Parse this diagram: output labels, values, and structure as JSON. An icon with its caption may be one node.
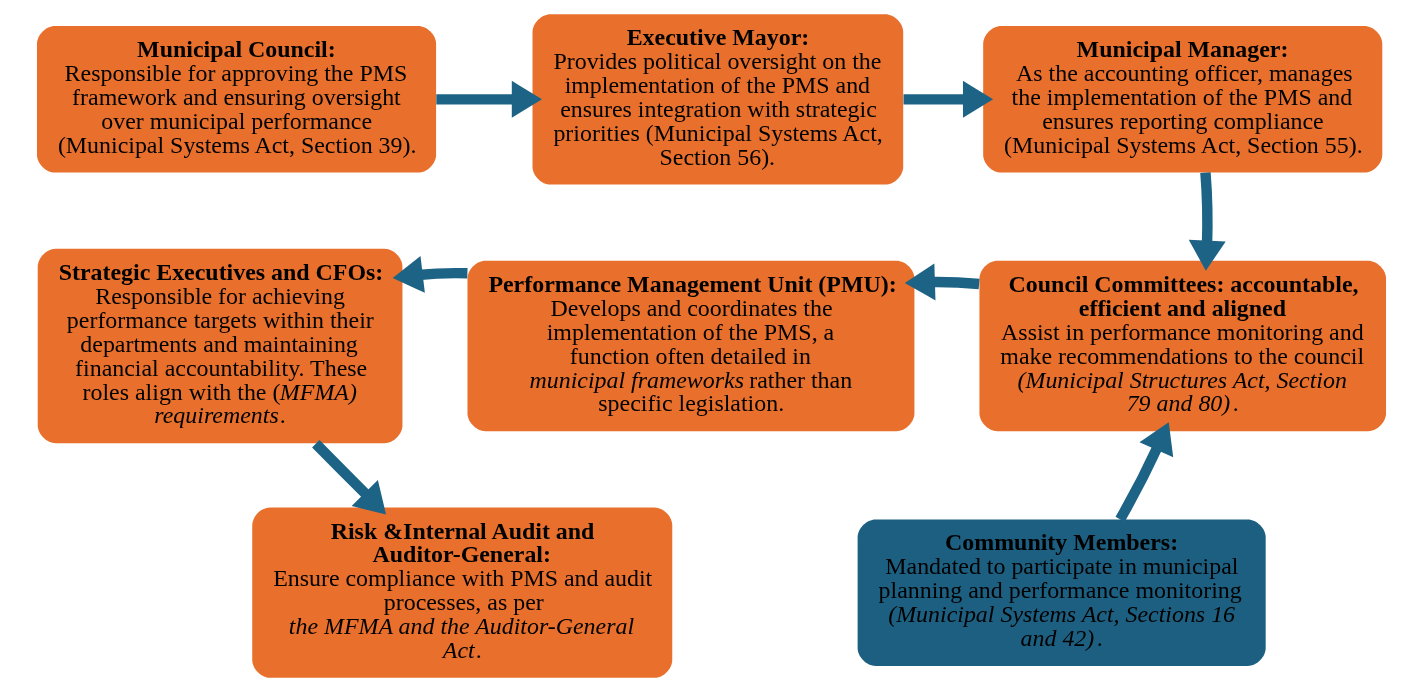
{
  "diagram": {
    "nodes": [
      {
        "text": [
          "Municipal Council:",
          "Responsible for approving the PMS framework and ensuring oversight over municipal performance (Municipal Systems Act, Section 39)."
        ]
      },
      {
        "text": [
          "Executive Mayor:",
          "Provides political oversight on the implementation of the PMS and ensures integration with strategic priorities (Municipal Systems Act, Section 56)."
        ]
      },
      {
        "text": [
          "Municipal Manager:",
          "As the accounting officer, manages the implementation of the PMS and ensures reporting compliance (Municipal Systems Act, Section 55)."
        ]
      },
      {
        "text": [
          "Strategic Executives and CFOs:",
          "Responsible for achieving performance targets within their departments and maintaining financial accountability. These roles align with the (*MFMA) requirements*."
        ]
      },
      {
        "text": [
          "Performance Management Unit (PMU):",
          "Develops and coordinates the implementation of the PMS, a function often detailed in *municipal frameworks* rather than specific legislation."
        ]
      },
      {
        "text": [
          "Council Committees: accountable, efficient and aligned",
          "Assist in performance monitoring and make recommendations to the council *(Municipal Structures Act, Section 79 and 80)*."
        ]
      },
      {
        "text": [
          "Risk &Internal Audit and Auditor-General:",
          "Ensure compliance with PMS and audit processes, as per *the MFMA and the Auditor-General Act*."
        ]
      },
      {
        "text": [
          "Community Members:",
          "Mandated to participate in municipal planning and performance monitoring *(Municipal Systems Act, Sections 16 and 42)*."
        ]
      }
    ],
    "edges": [
      {
        "from": 0,
        "to": 1,
        "arrow": "to"
      },
      {
        "from": 1,
        "to": 2,
        "arrow": "to"
      },
      {
        "from": 2,
        "to": 5,
        "arrow": "to"
      },
      {
        "from": 5,
        "to": 4,
        "arrow": "to"
      },
      {
        "from": 4,
        "to": 3,
        "arrow": "to"
      },
      {
        "from": 3,
        "to": 6,
        "arrow": "to"
      },
      {
        "from": 7,
        "to": 5,
        "arrow": "to"
      }
    ]
  }
}
